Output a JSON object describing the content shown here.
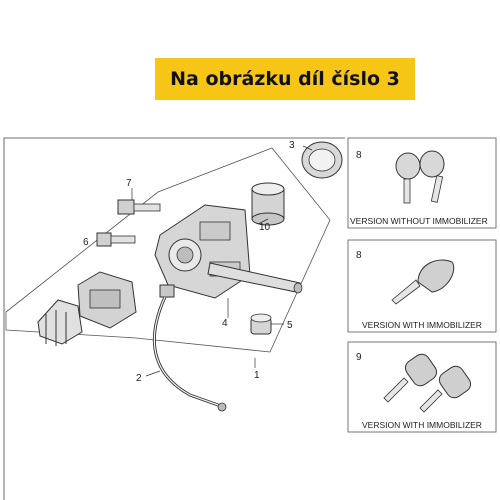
{
  "banner": {
    "text": "Na obrázku díl číslo 3"
  },
  "callouts": [
    "1",
    "2",
    "3",
    "4",
    "5",
    "6",
    "7",
    "10"
  ],
  "panels": [
    {
      "number": "8",
      "caption": "VERSION WITHOUT IMMOBILIZER"
    },
    {
      "number": "8",
      "caption": "VERSION WITH IMMOBILIZER"
    },
    {
      "number": "9",
      "caption": "VERSION WITH IMMOBILIZER"
    }
  ],
  "colors": {
    "banner": "#f7c515",
    "line": "#333333",
    "part": "#cfcfcf"
  }
}
